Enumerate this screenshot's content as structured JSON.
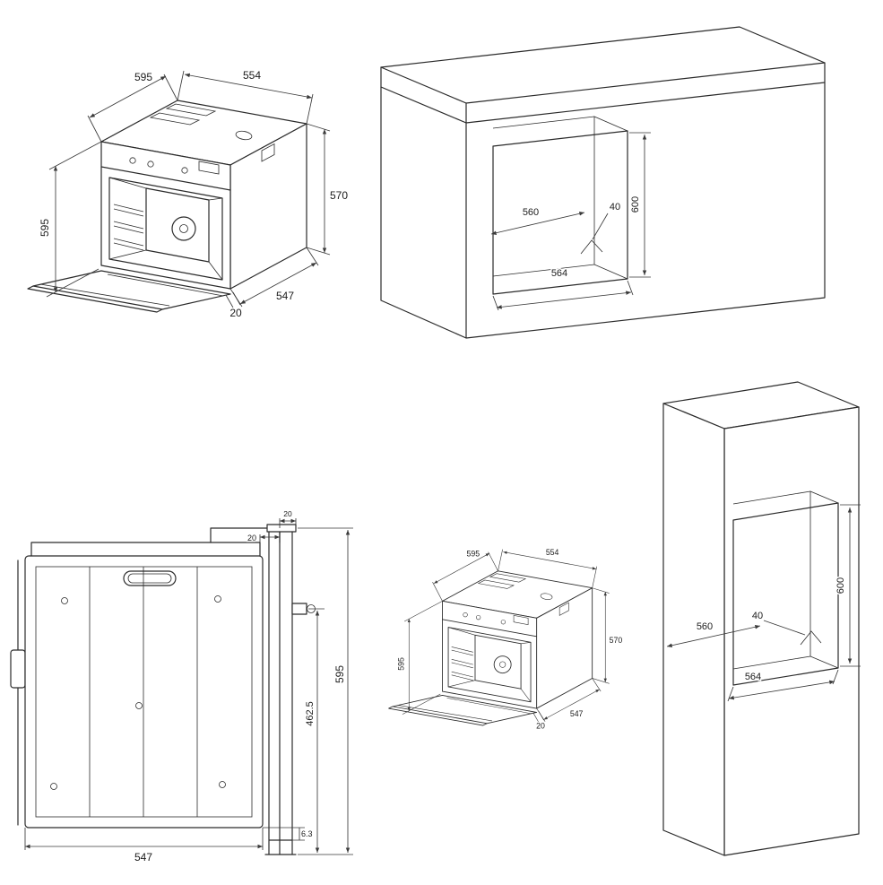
{
  "page": {
    "background": "#ffffff",
    "line_color": "#2b2b2b",
    "dim_color": "#3a3a3a"
  },
  "oven": {
    "description": "built-in oven isometric view with door open, shown large (top-left) and small (bottom-center)",
    "dims": {
      "top_width": "554",
      "top_depth": "595",
      "height": "595",
      "side_height": "570",
      "base_depth": "547",
      "door_gap": "20"
    }
  },
  "niche": {
    "description": "cabinet cut-out dimensions, shown in base cabinet (top-right) and tall cabinet (bottom-right)",
    "dims": {
      "depth": "560",
      "rear_gap": "40",
      "height": "600",
      "width": "564"
    }
  },
  "rear": {
    "description": "oven rear/side elevation view (bottom-left)",
    "dims": {
      "top_gap": "20",
      "rail_gap": "20",
      "overall_height": "595",
      "mount_height": "462.5",
      "bottom_gap": "6.3",
      "overall_width": "547"
    }
  }
}
